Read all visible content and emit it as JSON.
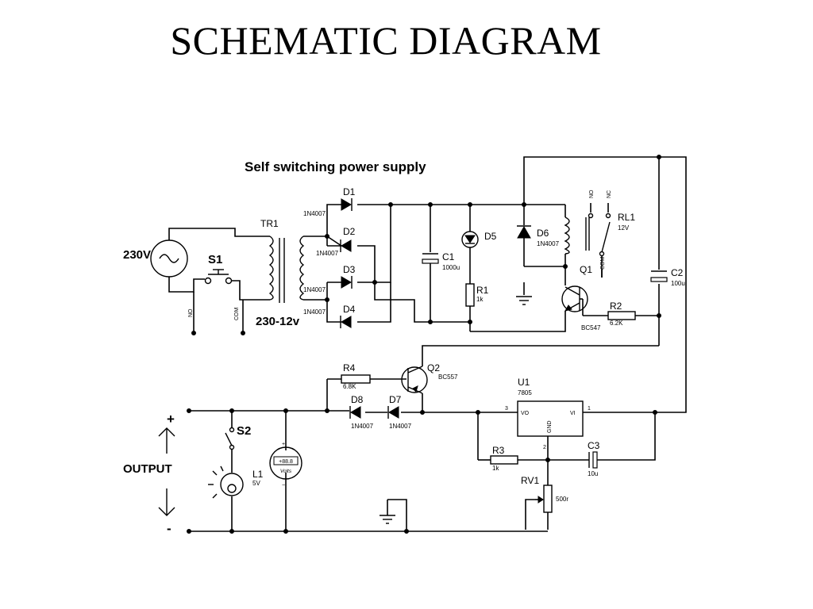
{
  "slide": {
    "title": "SCHEMATIC DIAGRAM"
  },
  "diagram": {
    "title": "Self switching power supply",
    "source": {
      "label": "230V"
    },
    "switches": {
      "s1": {
        "ref": "S1",
        "pin_no": "NO",
        "pin_com": "COM"
      },
      "s2": {
        "ref": "S2"
      }
    },
    "transformer": {
      "ref": "TR1",
      "value": "230-12v"
    },
    "diodes": [
      {
        "ref": "D1",
        "value": "1N4007"
      },
      {
        "ref": "D2",
        "value": "1N4007"
      },
      {
        "ref": "D3",
        "value": "1N4007"
      },
      {
        "ref": "D4",
        "value": "1N4007"
      },
      {
        "ref": "D5",
        "value": ""
      },
      {
        "ref": "D6",
        "value": "1N4007"
      },
      {
        "ref": "D7",
        "value": "1N4007"
      },
      {
        "ref": "D8",
        "value": "1N4007"
      }
    ],
    "capacitors": [
      {
        "ref": "C1",
        "value": "1000u"
      },
      {
        "ref": "C2",
        "value": "100u"
      },
      {
        "ref": "C3",
        "value": "10u"
      }
    ],
    "resistors": [
      {
        "ref": "R1",
        "value": "1k"
      },
      {
        "ref": "R2",
        "value": "6.2K"
      },
      {
        "ref": "R3",
        "value": "1k"
      },
      {
        "ref": "R4",
        "value": "6.8K"
      }
    ],
    "relay": {
      "ref": "RL1",
      "value": "12V",
      "pin_no": "NO",
      "pin_nc": "NC",
      "pin_com": "COM"
    },
    "transistors": [
      {
        "ref": "Q1",
        "value": "BC547"
      },
      {
        "ref": "Q2",
        "value": "BC557"
      }
    ],
    "regulator": {
      "ref": "U1",
      "value": "7805",
      "pin_vo": "VO",
      "pin_vi": "VI",
      "pin_gnd": "GND",
      "pin_num_out": "3",
      "pin_num_in": "1",
      "pin_num_gnd": "2"
    },
    "potentiometer": {
      "ref": "RV1",
      "value": "500r"
    },
    "lamp": {
      "ref": "L1",
      "value": "5V"
    },
    "voltmeter": {
      "reading": "+88.8",
      "unit": "Volts",
      "plus": "+",
      "minus": "−"
    },
    "output": {
      "label": "OUTPUT",
      "plus": "+",
      "minus": "-"
    }
  }
}
